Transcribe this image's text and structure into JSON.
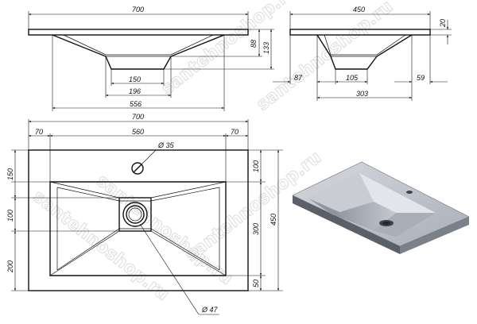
{
  "watermark": "santehnoshop.ru",
  "front_view": {
    "dims": {
      "width_top": "700",
      "thickness": "88",
      "height_total": "133",
      "drain_inner": "150",
      "drain_outer": "196",
      "bowl_width": "556"
    }
  },
  "side_view": {
    "dims": {
      "depth": "450",
      "rim": "20",
      "offset_left": "87",
      "drain": "105",
      "offset_right": "59",
      "bowl_depth": "303"
    }
  },
  "top_view": {
    "dims": {
      "width": "700",
      "left_margin": "70",
      "bowl_width": "560",
      "right_margin": "70",
      "tap_hole": "Ø 35",
      "drain_hole": "Ø 47",
      "left_top": "150",
      "left_mid": "100",
      "left_bottom": "200",
      "right_top": "100",
      "right_mid": "300",
      "right_bottom": "50",
      "depth_total": "450"
    }
  },
  "colors": {
    "line": "#111111",
    "shade_light": "#c9ccd3",
    "shade_mid": "#9aa0aa",
    "shade_dark": "#6e7480",
    "shade_edge": "#4b5058"
  }
}
